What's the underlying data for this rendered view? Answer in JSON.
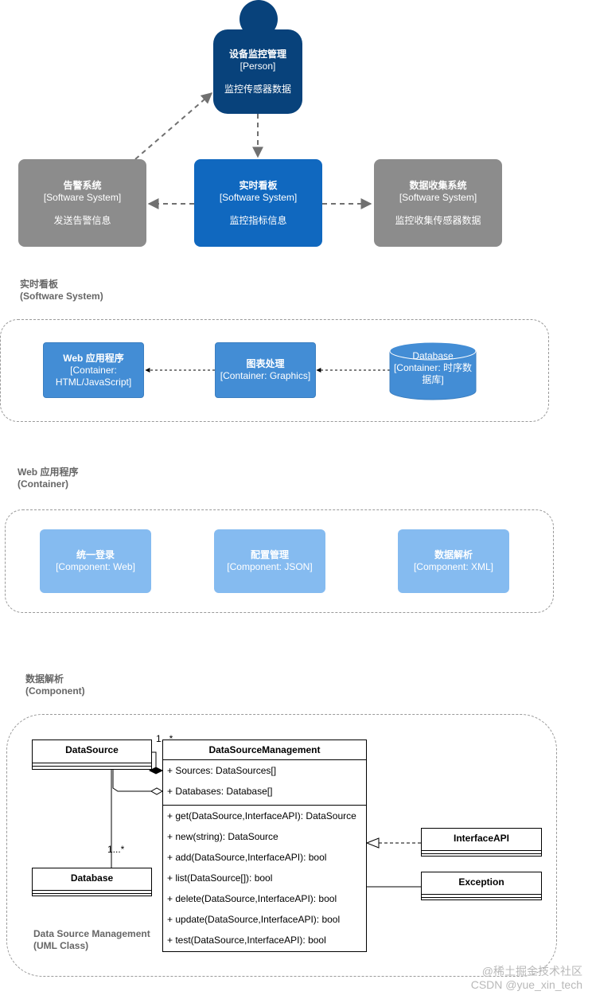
{
  "context": {
    "person": {
      "name": "设备监控管理",
      "type": "[Person]",
      "desc": "监控传感器数据"
    },
    "alarm": {
      "name": "告警系统",
      "type": "[Software System]",
      "desc": "发送告警信息"
    },
    "dashboard": {
      "name": "实时看板",
      "type": "[Software System]",
      "desc": "监控指标信息"
    },
    "collector": {
      "name": "数据收集系统",
      "type": "[Software System]",
      "desc": "监控收集传感器数据"
    }
  },
  "container_view": {
    "label": "实时看板",
    "sublabel": "(Software System)",
    "web_app": {
      "name": "Web 应用程序",
      "line2": "[Container:",
      "line3": "HTML/JavaScript]"
    },
    "chart": {
      "name": "图表处理",
      "type": "[Container: Graphics]"
    },
    "database": {
      "name": "Database",
      "line2": "[Container: 时序数",
      "line3": "据库]"
    }
  },
  "component_view": {
    "label": "Web 应用程序",
    "sublabel": "(Container)",
    "login": {
      "name": "统一登录",
      "type": "[Component: Web]"
    },
    "config": {
      "name": "配置管理",
      "type": "[Component: JSON]"
    },
    "parser": {
      "name": "数据解析",
      "type": "[Component: XML]"
    }
  },
  "class_view": {
    "label": "数据解析",
    "sublabel": "(Component)",
    "caption": "Data Source Management",
    "caption_sub": "(UML Class)",
    "datasource": "DataSource",
    "database": "Database",
    "mgmt": {
      "title": "DataSourceManagement",
      "attributes": [
        "+ Sources: DataSources[]",
        "+ Databases: Database[]"
      ],
      "methods": [
        "+ get(DataSource,InterfaceAPI): DataSource",
        "+ new(string): DataSource",
        "+ add(DataSource,InterfaceAPI): bool",
        "+ list(DataSource[]): bool",
        "+ delete(DataSource,InterfaceAPI): bool",
        "+ update(DataSource,InterfaceAPI): bool",
        "+ test(DataSource,InterfaceAPI): bool"
      ]
    },
    "interface_api": "InterfaceAPI",
    "exception": "Exception",
    "mult_top": "1...*",
    "mult_db": "1...*"
  },
  "watermark": {
    "line1": "@稀土掘金技术社区",
    "line2": "CSDN @yue_xin_tech"
  },
  "colors": {
    "person": "#08427b",
    "system_internal": "#1068bf",
    "system_external": "#8c8c8c",
    "container": "#438dd5",
    "component": "#85bbf0"
  }
}
